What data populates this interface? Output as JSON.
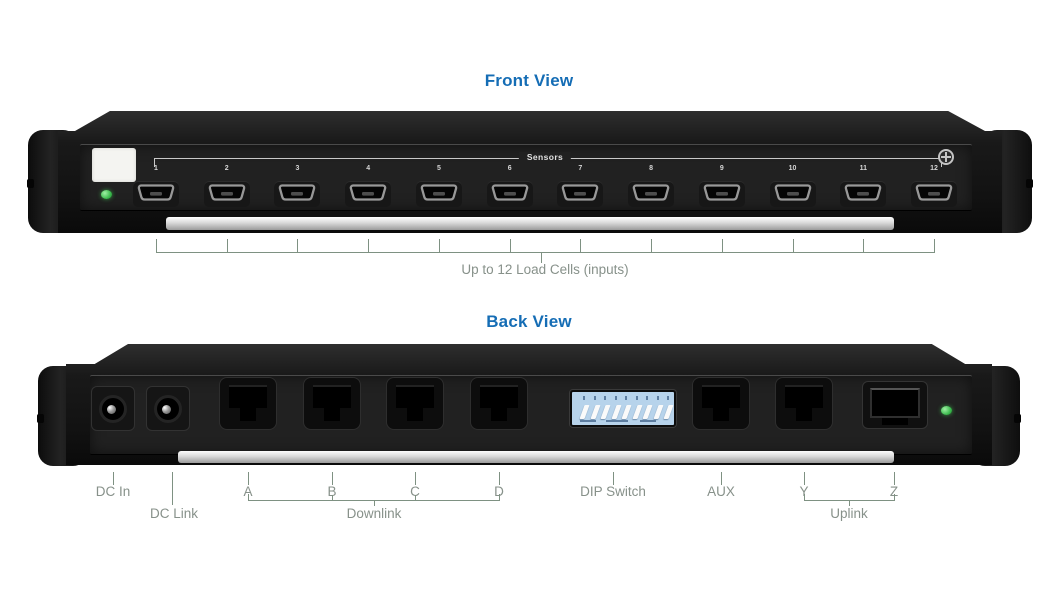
{
  "front": {
    "title": "Front View",
    "sensors_label": "Sensors",
    "port_numbers": [
      "1",
      "2",
      "3",
      "4",
      "5",
      "6",
      "7",
      "8",
      "9",
      "10",
      "11",
      "12"
    ],
    "caption": "Up to 12 Load Cells (inputs)"
  },
  "back": {
    "title": "Back View",
    "dip_switch_positions": 9,
    "labels": {
      "dc_in": "DC In",
      "dc_link": "DC Link",
      "port_a": "A",
      "port_b": "B",
      "port_c": "C",
      "port_d": "D",
      "downlink": "Downlink",
      "dip_switch": "DIP Switch",
      "aux": "AUX",
      "port_y": "Y",
      "port_z": "Z",
      "uplink": "Uplink"
    }
  },
  "colors": {
    "title_blue": "#156db5",
    "annotation_text": "#87918a",
    "annotation_line": "#7e9182",
    "led_green": "#3dbb4f",
    "dip_switch_blue": "#b7d3eb"
  }
}
